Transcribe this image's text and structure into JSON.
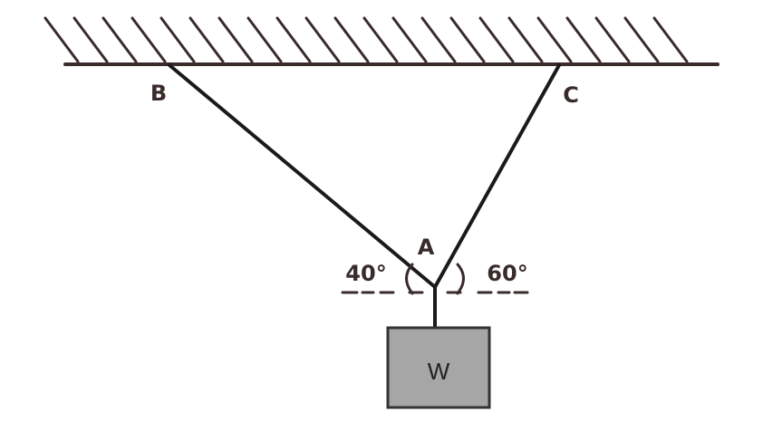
{
  "diagram": {
    "points": {
      "B": "B",
      "C": "C",
      "A": "A"
    },
    "angles": {
      "left": "40°",
      "right": "60°"
    },
    "weight": {
      "label": "W"
    },
    "colors": {
      "ceiling": "#3a2b2b",
      "rope": "#1a1a1a",
      "block_fill": "#a6a6a6",
      "block_stroke": "#333333",
      "text": "#3a2b2b"
    }
  }
}
